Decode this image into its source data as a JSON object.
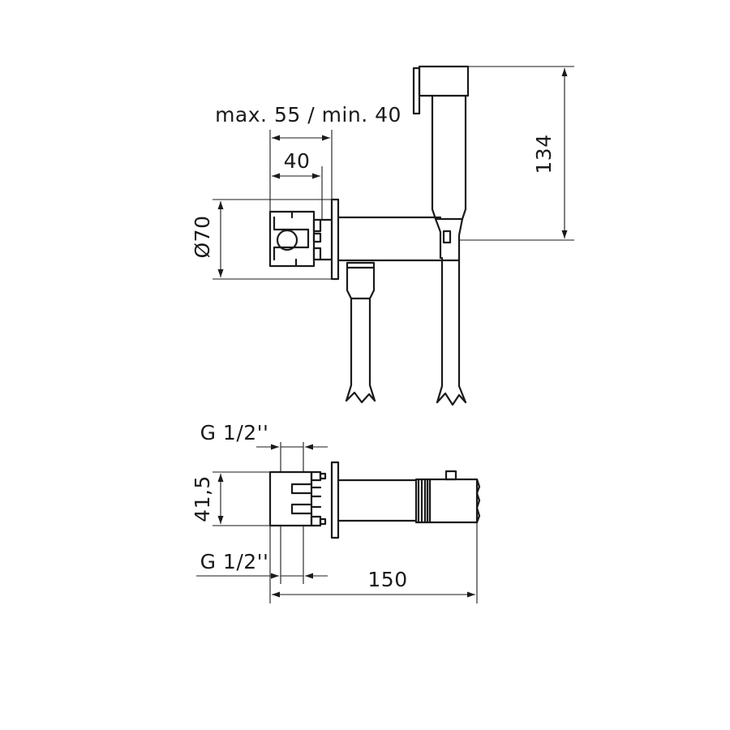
{
  "dimensions": {
    "wall_depth": "max. 55 / min. 40",
    "body_depth": "40",
    "flange_diameter": "Ø70",
    "height": "134",
    "thread_top": "G 1/2''",
    "thread_bottom": "G 1/2''",
    "body_height": "41,5",
    "total_length": "150"
  }
}
